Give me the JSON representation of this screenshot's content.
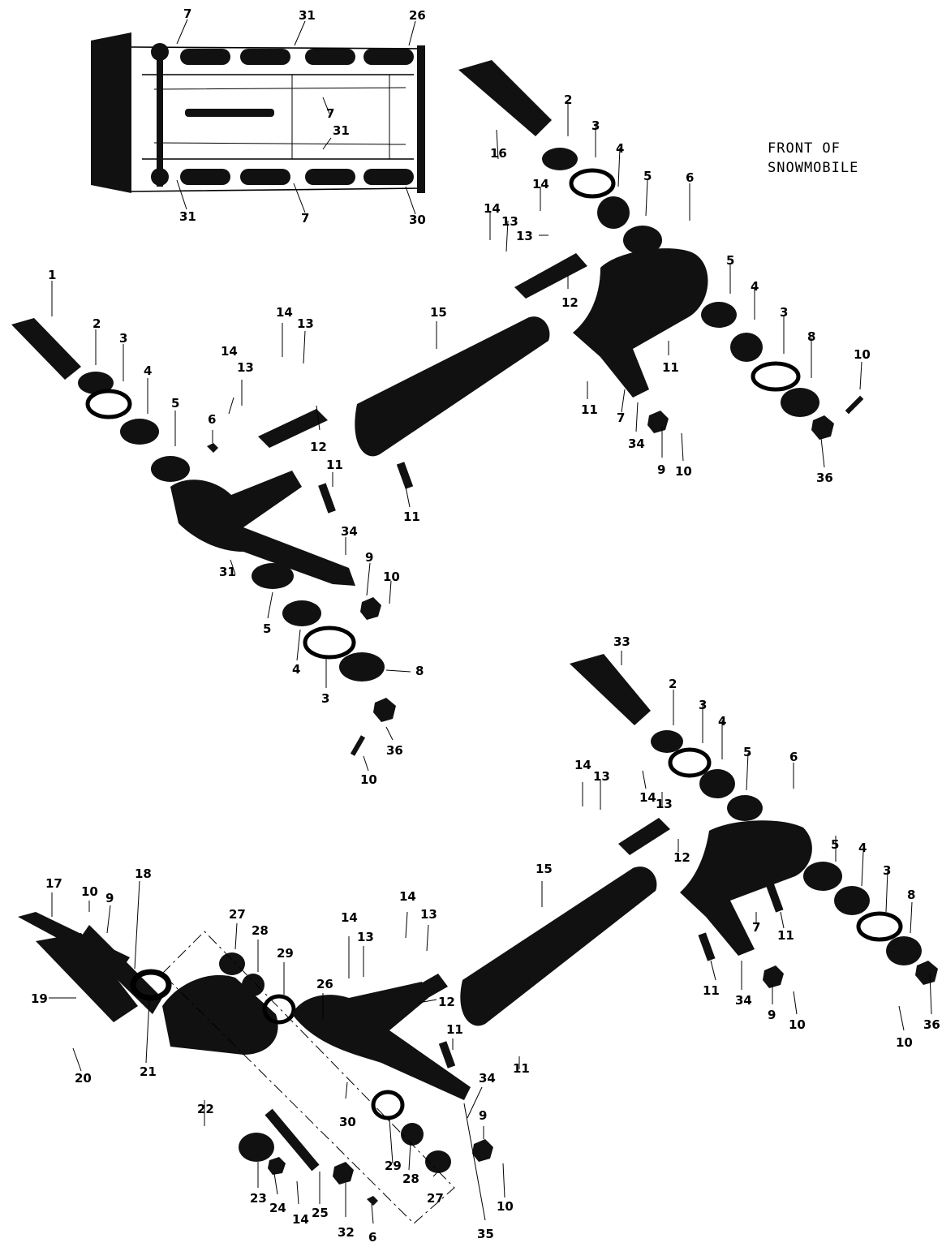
{
  "caption": {
    "line1": "FRONT  OF",
    "line2": "SNOWMOBILE"
  },
  "labels": [
    "1",
    "2",
    "3",
    "4",
    "5",
    "6",
    "7",
    "8",
    "9",
    "10",
    "11",
    "12",
    "13",
    "14",
    "15",
    "16",
    "17",
    "18",
    "19",
    "20",
    "21",
    "22",
    "23",
    "24",
    "25",
    "26",
    "27",
    "28",
    "29",
    "30",
    "31",
    "32",
    "33",
    "34",
    "35",
    "36"
  ],
  "colors": {
    "ink": "#111111",
    "paper": "#ffffff"
  }
}
